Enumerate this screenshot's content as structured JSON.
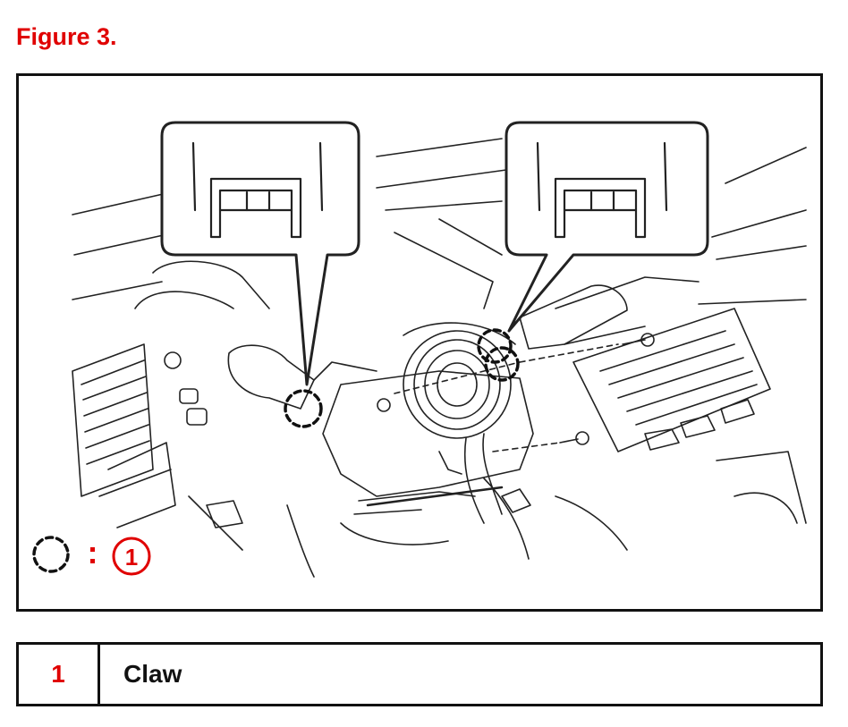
{
  "figure": {
    "title": "Figure 3.",
    "legend_marker_number": "1"
  },
  "legend_table": {
    "rows": [
      {
        "number": "1",
        "label": "Claw"
      }
    ]
  },
  "colors": {
    "title_red": "#e00000",
    "line_black": "#111111",
    "marker_red": "#e00000"
  }
}
